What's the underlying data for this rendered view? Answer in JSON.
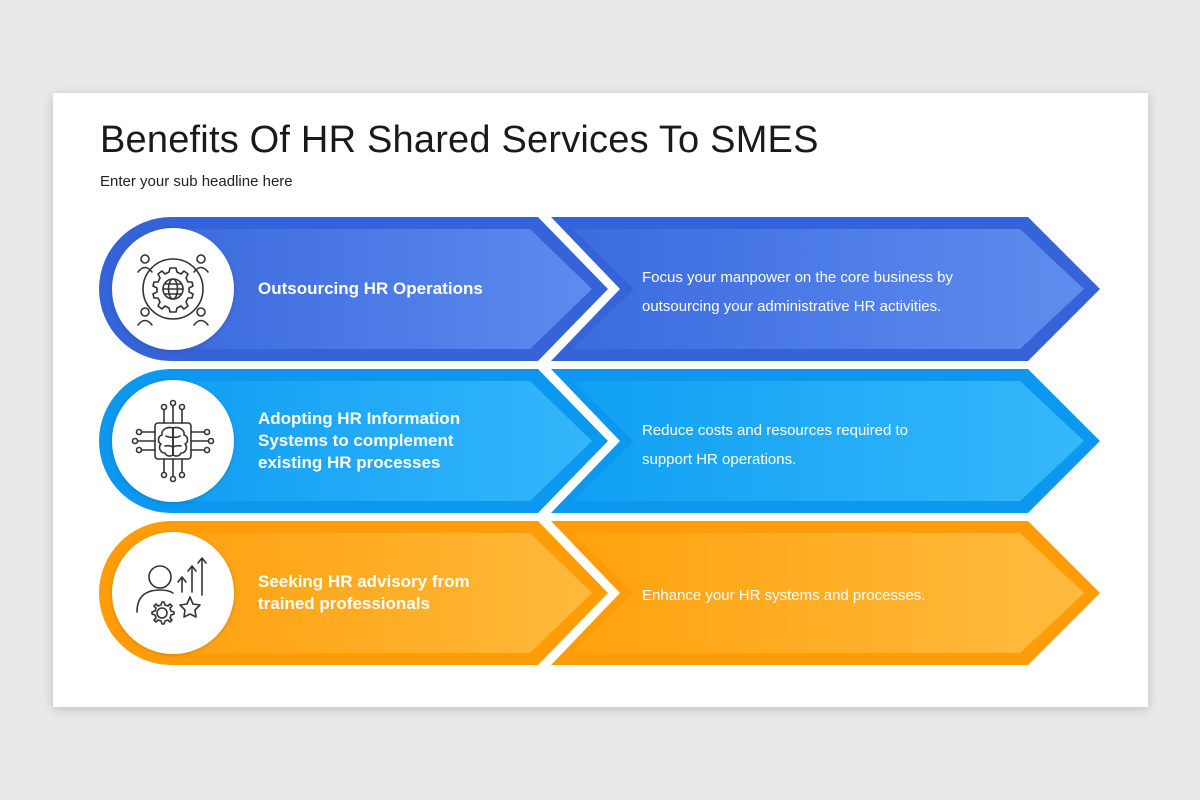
{
  "page": {
    "title": "Benefits Of HR Shared Services To SMES",
    "subtitle": "Enter your sub headline here"
  },
  "colors": {
    "blue": "#3f6fe0",
    "light_blue": "#1aa7f5",
    "orange": "#ffa412",
    "icon_stroke": "#333333"
  },
  "rows": [
    {
      "title": "Outsourcing HR Operations",
      "description": "Focus your manpower on the core business by outsourcing your administrative HR activities.",
      "icon": "global-network-gear-icon",
      "color": "blue"
    },
    {
      "title": "Adopting HR Information Systems to complement existing HR processes",
      "description": "Reduce costs and resources required to support HR operations.",
      "icon": "brain-chip-icon",
      "color": "light_blue"
    },
    {
      "title": "Seeking HR advisory from trained professionals",
      "description": "Enhance your HR systems and processes.",
      "icon": "person-growth-star-icon",
      "color": "orange"
    }
  ]
}
